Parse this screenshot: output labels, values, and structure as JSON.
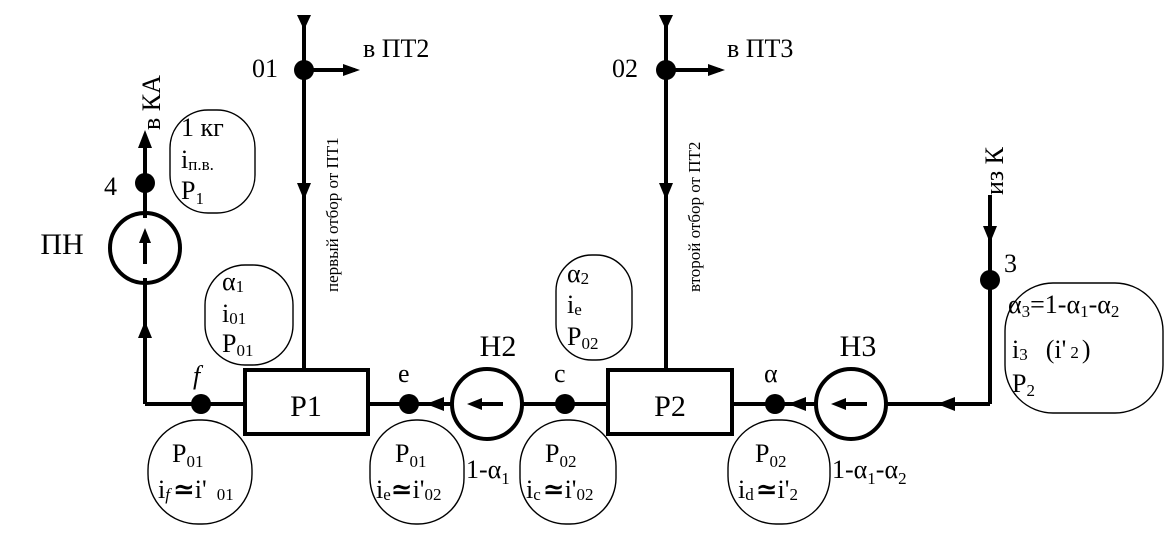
{
  "labels": {
    "to_pt2": "в ПТ2",
    "to_pt3": "в ПТ3",
    "node01": "01",
    "node02": "02",
    "to_ka": "в КА",
    "from_k": "из К",
    "node4": "4",
    "node3": "3",
    "pump_pn": "ПН",
    "pump_n2": "Н2",
    "pump_n3": "Н3",
    "heater_p1": "Р1",
    "heater_p2": "Р2",
    "point_f": "f",
    "point_e": "e",
    "point_c": "c",
    "point_a": "α",
    "flow_n2": "1-α",
    "flow_n2_sub": "1",
    "flow_n3_a": "1-α",
    "flow_n3_sub1": "1",
    "flow_n3_b": "-α",
    "flow_n3_sub2": "2",
    "extraction1": "первый отбор от ПТ1",
    "extraction2": "второй отбор от ПТ2"
  },
  "bubbles": {
    "feedwater": {
      "line1": "1 кг",
      "line2_main": "i",
      "line2_sub": "п.в.",
      "line3_main": "P",
      "line3_sub": "1"
    },
    "extraction1": {
      "line1_main": "α",
      "line1_sub": "1",
      "line2_main": "i",
      "line2_sub": "01",
      "line3_main": "P",
      "line3_sub": "01"
    },
    "extraction2": {
      "line1_main": "α",
      "line1_sub": "2",
      "line2_main": "i",
      "line2_sub": "e",
      "line3_main": "P",
      "line3_sub": "02"
    },
    "condensate": {
      "line1_main": "α",
      "line1_sub": "3",
      "line1_rest": "=1-α",
      "line1_sub2": "1",
      "line1_rest2": "-α",
      "line1_sub3": "2",
      "line2_main": "i",
      "line2_sub": "3",
      "line2_extra": "(i'",
      "line2_extra_sub": "2",
      "line2_close": ")",
      "line3_main": "P",
      "line3_sub": "2"
    },
    "point_f": {
      "line1_main": "P",
      "line1_sub": "01",
      "line2_main": "i",
      "line2_sub": "f",
      "line2_rel": "≃",
      "line2_rest": "i'",
      "line2_rest_sub": "01"
    },
    "point_e": {
      "line1_main": "P",
      "line1_sub": "01",
      "line2_main": "i",
      "line2_sub": "e",
      "line2_rel": "≃",
      "line2_rest": "i'",
      "line2_rest_sub": "02"
    },
    "point_c": {
      "line1_main": "P",
      "line1_sub": "02",
      "line2_main": "i",
      "line2_sub": "c",
      "line2_rel": "≃",
      "line2_rest": "i'",
      "line2_rest_sub": "02"
    },
    "point_d": {
      "line1_main": "P",
      "line1_sub": "02",
      "line2_main": "i",
      "line2_sub": "d",
      "line2_rel": "≃",
      "line2_rest": "i'",
      "line2_rest_sub": "2"
    }
  }
}
